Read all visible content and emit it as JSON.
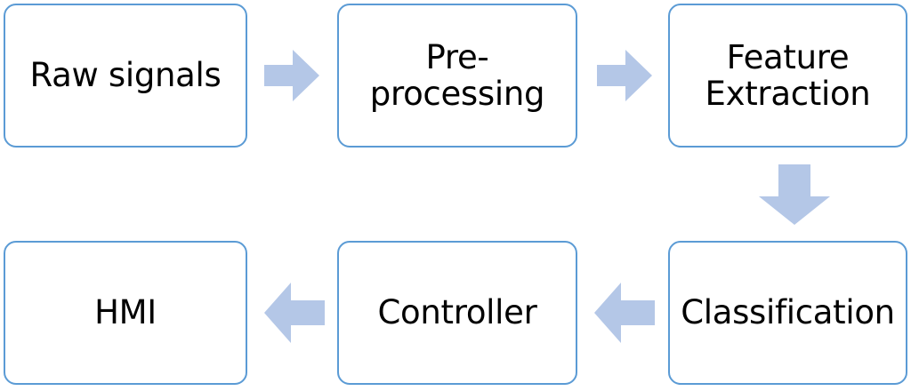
{
  "diagram": {
    "type": "flowchart",
    "orientation": "two-row-serpentine",
    "colors": {
      "node_border": "#5B9BD5",
      "node_fill": "#FFFFFF",
      "arrow_fill": "#B4C7E7",
      "text": "#000000",
      "background": "#FFFFFF"
    },
    "nodes": [
      {
        "id": "raw-signals",
        "label": "Raw signals",
        "row": 1,
        "col": 1
      },
      {
        "id": "preprocessing",
        "label": "Pre-\nprocessing",
        "row": 1,
        "col": 2
      },
      {
        "id": "feature-extraction",
        "label": "Feature\nExtraction",
        "row": 1,
        "col": 3
      },
      {
        "id": "classification",
        "label": "Classification",
        "row": 2,
        "col": 3
      },
      {
        "id": "controller",
        "label": "Controller",
        "row": 2,
        "col": 2
      },
      {
        "id": "hmi",
        "label": "HMI",
        "row": 2,
        "col": 1
      }
    ],
    "arrows": [
      {
        "id": "raw-to-pre",
        "from": "raw-signals",
        "to": "preprocessing",
        "direction": "right"
      },
      {
        "id": "pre-to-feature",
        "from": "preprocessing",
        "to": "feature-extraction",
        "direction": "right"
      },
      {
        "id": "feature-down",
        "from": "feature-extraction",
        "to": "classification",
        "direction": "down"
      },
      {
        "id": "class-to-ctrl",
        "from": "classification",
        "to": "controller",
        "direction": "left"
      },
      {
        "id": "ctrl-to-hmi",
        "from": "controller",
        "to": "hmi",
        "direction": "left"
      }
    ]
  }
}
